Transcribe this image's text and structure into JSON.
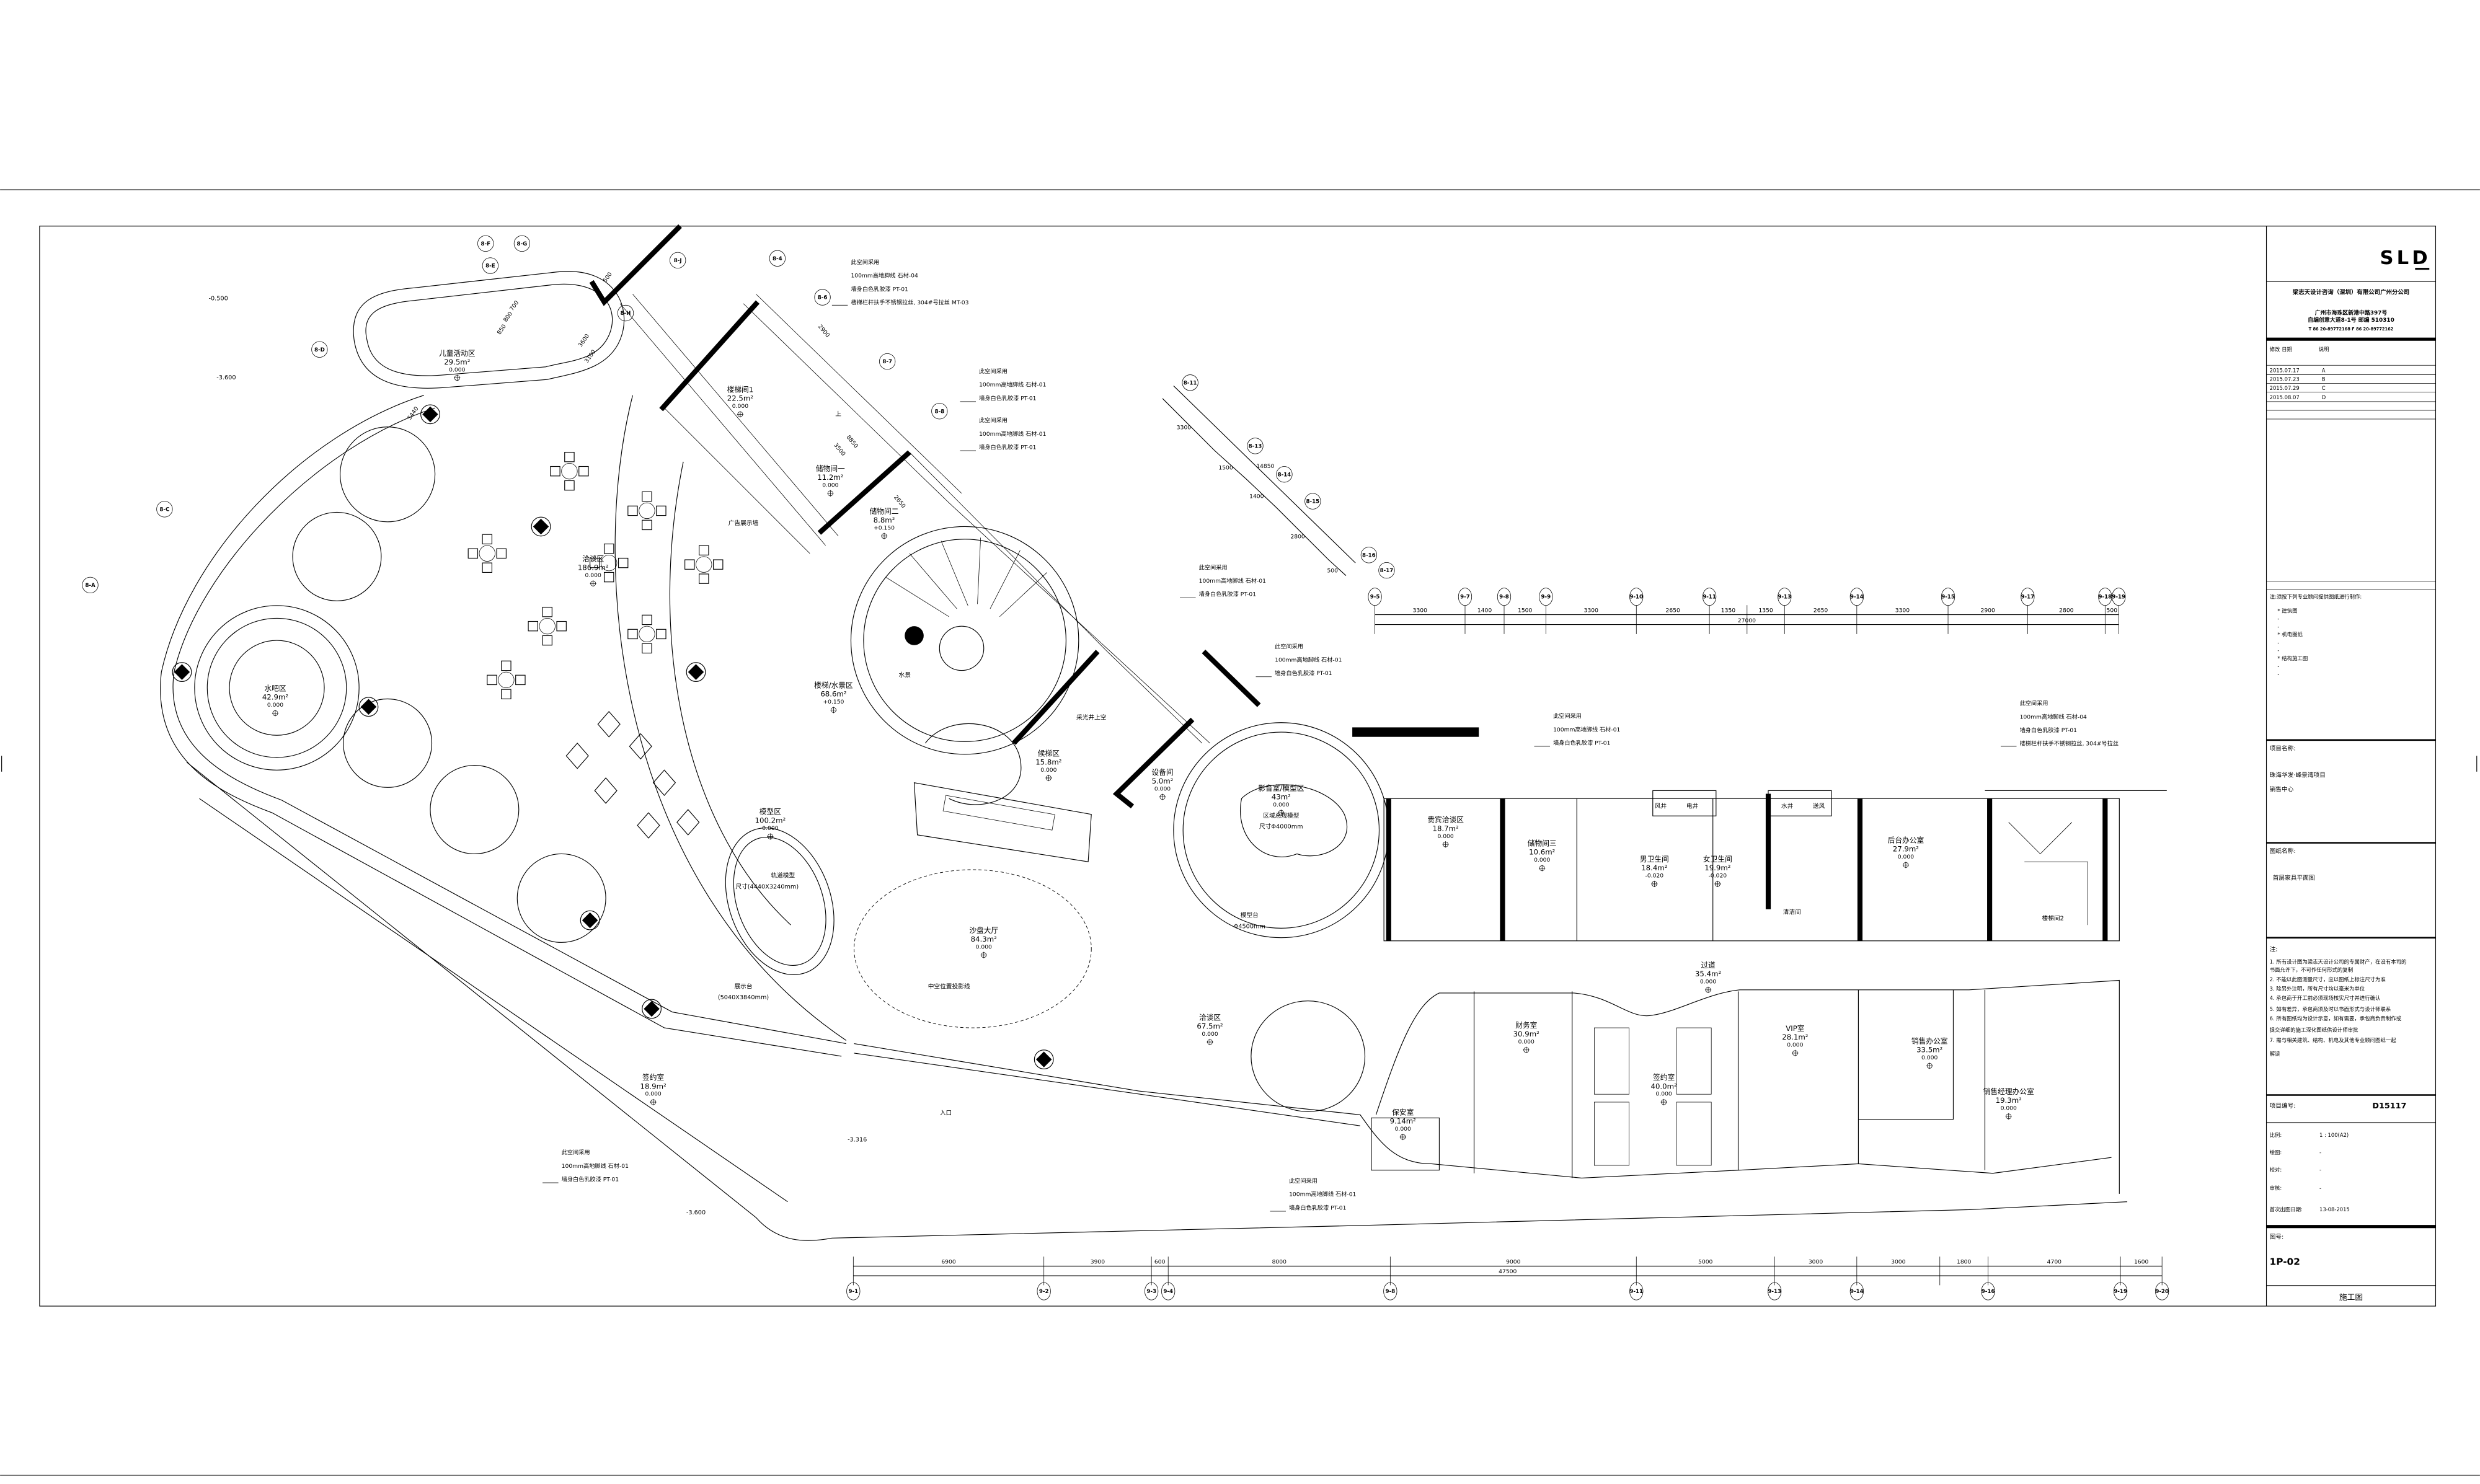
{
  "title_block": {
    "logo": "SLD",
    "company": "梁志天设计咨询（深圳）有限公司广州分公司",
    "address_1": "广州市海珠区新港中路397号",
    "address_2": "自编创意大道8-1号  邮编 510310",
    "phone_fax": "T 86 20-89772168  F 86 20-89772162",
    "revision_header": {
      "rev_date": "修改  日期",
      "desc": "说明"
    },
    "revisions": [
      {
        "date": "2015.07.17",
        "rev": "A"
      },
      {
        "date": "2015.07.23",
        "rev": "B"
      },
      {
        "date": "2015.07.29",
        "rev": "C"
      },
      {
        "date": "2015.08.07",
        "rev": "D"
      }
    ],
    "reference_heading": "注:须按下列专业顾问提供图纸进行制作:",
    "reference_items": [
      "* 建筑图",
      "-",
      "-",
      "* 机电图纸",
      "-",
      "-",
      "* 结构施工图",
      "-",
      "-"
    ],
    "project_name_label": "项目名称:",
    "project_name_1": "珠海华发·峰景湾项目",
    "project_name_2": "销售中心",
    "drawing_name_label": "图纸名称:",
    "drawing_name": "首层家具平面图",
    "notes_label": "注:",
    "notes": [
      "1. 所有设计图为梁志天设计公司的专属财产，在没有本司的",
      "   书面允许下，不可作任何形式的复制",
      "2. 不能以此图测量尺寸，应以图纸上标注尺寸为准",
      "3. 除另外注明，所有尺寸均以毫米为单位",
      "4. 承包商于开工前必须现场核实尺寸并进行确认",
      "5. 如有差异，承包商须及时以书面形式与设计师联系",
      "6. 所有图纸均为设计示意，如有需要，承包商负责制作或",
      "   提交详细的施工深化图纸供设计师审批",
      "7. 需与相关建筑、结构、机电及其他专业顾问图纸一起",
      "   解读"
    ],
    "project_no_label": "项目编号:",
    "project_no": "D15117",
    "scale_label": "比例:",
    "scale": "1 : 100(A2)",
    "drawn_label": "绘图:",
    "drawn": "-",
    "checked_label": "校对:",
    "checked": "-",
    "approved_label": "审核:",
    "approved": "-",
    "first_issue_label": "首次出图日期:",
    "first_issue": "13-08-2015",
    "drawing_no_label": "图号:",
    "drawing_no": "1P-02",
    "stage": "施工图"
  },
  "rooms": [
    {
      "name": "儿童活动区",
      "area": "29.5m²",
      "elev": "0.000"
    },
    {
      "name": "洽谈区",
      "area": "186.9m²",
      "elev": "0.000"
    },
    {
      "name": "水吧区",
      "area": "42.9m²",
      "elev": "0.000"
    },
    {
      "name": "楼梯间1",
      "area": "22.5m²",
      "elev": "0.000"
    },
    {
      "name": "储物间一",
      "area": "11.2m²",
      "elev": "0.000"
    },
    {
      "name": "储物间二",
      "area": "8.8m²",
      "elev": "+0.150"
    },
    {
      "name": "楼梯/水景区",
      "area": "68.6m²",
      "elev": "+0.150"
    },
    {
      "name": "候梯区",
      "area": "15.8m²",
      "elev": "0.000"
    },
    {
      "name": "设备间",
      "area": "5.0m²",
      "elev": "0.000"
    },
    {
      "name": "模型区",
      "area": "100.2m²",
      "elev": "0.000"
    },
    {
      "name": "沙盘大厅",
      "area": "84.3m²",
      "elev": "0.000"
    },
    {
      "name": "影音室/模型区",
      "area": "43m²",
      "elev": "0.000"
    },
    {
      "name": "洽谈区",
      "area": "67.5m²",
      "elev": "0.000"
    },
    {
      "name": "签约室",
      "area": "18.9m²",
      "elev": "0.000"
    },
    {
      "name": "贵宾洽谈区",
      "area": "18.7m²",
      "elev": "0.000"
    },
    {
      "name": "储物间三",
      "area": "10.6m²",
      "elev": "0.000"
    },
    {
      "name": "男卫生间",
      "area": "18.4m²",
      "elev": "-0.020"
    },
    {
      "name": "女卫生间",
      "area": "19.9m²",
      "elev": "-0.020"
    },
    {
      "name": "后台办公室",
      "area": "27.9m²",
      "elev": "0.000"
    },
    {
      "name": "过道",
      "area": "35.4m²",
      "elev": "0.000"
    },
    {
      "name": "财务室",
      "area": "30.9m²",
      "elev": "0.000"
    },
    {
      "name": "签约室",
      "area": "40.0m²",
      "elev": "0.000"
    },
    {
      "name": "VIP室",
      "area": "28.1m²",
      "elev": "0.000"
    },
    {
      "name": "销售办公室",
      "area": "33.5m²",
      "elev": "0.000"
    },
    {
      "name": "销售经理办公室",
      "area": "19.3m²",
      "elev": "0.000"
    },
    {
      "name": "保安室",
      "area": "9.14m²",
      "elev": "0.000"
    }
  ],
  "labels": [
    "水景",
    "采光井上空",
    "楼梯间2",
    "清洁间",
    "入口",
    "广告展示墙",
    "中空位置投影线",
    "展示台",
    "(5040X3840mm)",
    "轨道模型",
    "尺寸(4440X3240mm)",
    "模型台",
    "Φ4500mm",
    "区域总规模型",
    "尺寸Φ4000mm",
    "风井",
    "电井",
    "水井",
    "送风",
    "上"
  ],
  "spot_levels": [
    "-0.500",
    "-3.600",
    "-3.316",
    "-3.600"
  ],
  "callouts": [
    {
      "lines": [
        "此空间采用",
        "100mm高地脚线  石材-04",
        "墙身白色乳胶漆 PT-01",
        "楼梯栏杆扶手不锈钢拉丝, 304#号拉丝 MT-03"
      ]
    },
    {
      "lines": [
        "此空间采用",
        "100mm高地脚线  石材-01",
        "墙身白色乳胶漆 PT-01"
      ]
    },
    {
      "lines": [
        "此空间采用",
        "100mm高地脚线  石材-01",
        "墙身白色乳胶漆 PT-01"
      ]
    },
    {
      "lines": [
        "此空间采用",
        "100mm高地脚线  石材-01",
        "墙身白色乳胶漆 PT-01"
      ]
    },
    {
      "lines": [
        "此空间采用",
        "100mm高地脚线  石材-01",
        "墙身白色乳胶漆 PT-01"
      ]
    },
    {
      "lines": [
        "此空间采用",
        "100mm高地脚线  石材-01",
        "墙身白色乳胶漆 PT-01"
      ]
    },
    {
      "lines": [
        "此空间采用",
        "100mm高地脚线  石材-04",
        "墙身白色乳胶漆 PT-01",
        "楼梯栏杆扶手不锈钢拉丝, 304#号拉丝"
      ]
    },
    {
      "lines": [
        "此空间采用",
        "100mm高地脚线  石材-01",
        "墙身白色乳胶漆 PT-01"
      ]
    },
    {
      "lines": [
        "此空间采用",
        "100mm高地脚线  石材-01",
        "墙身白色乳胶漆 PT-01"
      ]
    }
  ],
  "dimensions": {
    "bottom_segments": [
      "6900",
      "3900",
      "600",
      "8000",
      "9000",
      "5000",
      "3000",
      "3000",
      "1800",
      "4700",
      "1600"
    ],
    "bottom_total": "47500",
    "bottom_axes": [
      "9-1",
      "9-2",
      "9-3",
      "9-4",
      "9-8",
      "9-11",
      "9-13",
      "9-14",
      "9-16",
      "9-19",
      "9-20"
    ],
    "top_segments": [
      "3300",
      "1400",
      "1500",
      "3300",
      "2650",
      "1350",
      "1350",
      "2650",
      "3300",
      "2900",
      "2800",
      "500"
    ],
    "top_total": "27000",
    "top_axes": [
      "9-5",
      "9-7",
      "9-8",
      "9-9",
      "9-10",
      "9-11",
      "9-13",
      "9-14",
      "9-15",
      "9-17",
      "9-18",
      "9-19"
    ],
    "diag_segments": [
      "3300",
      "1500",
      "1400",
      "2800",
      "500"
    ],
    "diag_total": "14850",
    "diag_axes": [
      "8-11",
      "8-13",
      "8-14",
      "8-15",
      "8-16",
      "8-17"
    ],
    "other_axes": [
      "8-F",
      "8-G",
      "8-E",
      "8-D",
      "8-J",
      "8-H",
      "8-4",
      "8-6",
      "8-7",
      "8-8",
      "8-C",
      "8-A"
    ],
    "upper_left_dims": [
      "5440",
      "850",
      "800",
      "700",
      "3600",
      "3100",
      "500",
      "2900",
      "8850",
      "3500",
      "2650"
    ]
  }
}
